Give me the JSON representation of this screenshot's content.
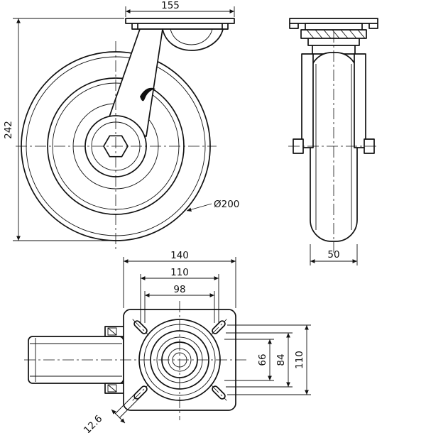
{
  "dims": {
    "front": {
      "plate_width": "155",
      "overall_height": "242",
      "wheel_diameter": "Ø200"
    },
    "side": {
      "wheel_width": "50"
    },
    "plan": {
      "plate_length": "140",
      "hole_spacing_outer_x": "110",
      "hole_spacing_inner_x": "98",
      "hole_spacing_inner_y": "66",
      "hole_spacing_mid_y": "84",
      "hole_spacing_outer_y": "110",
      "slot_width": "12.6"
    }
  },
  "colors": {
    "line": "#111111",
    "background": "#ffffff"
  }
}
